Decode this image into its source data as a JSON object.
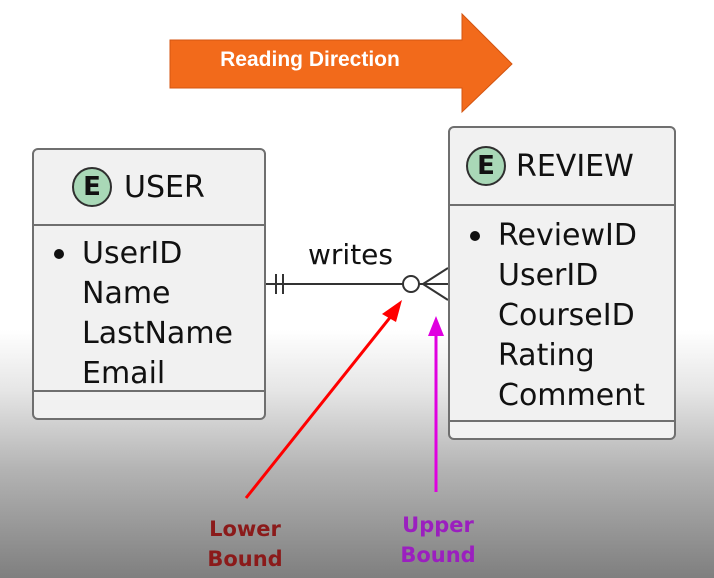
{
  "banner": {
    "label": "Reading Direction",
    "fill": "#f26a1b"
  },
  "entities": {
    "user": {
      "title": "USER",
      "badge": "E",
      "attributes": [
        {
          "name": "UserID",
          "key": true
        },
        {
          "name": "Name",
          "key": false
        },
        {
          "name": "LastName",
          "key": false
        },
        {
          "name": "Email",
          "key": false
        }
      ]
    },
    "review": {
      "title": "REVIEW",
      "badge": "E",
      "attributes": [
        {
          "name": "ReviewID",
          "key": true
        },
        {
          "name": "UserID",
          "key": false
        },
        {
          "name": "CourseID",
          "key": false
        },
        {
          "name": "Rating",
          "key": false
        },
        {
          "name": "Comment",
          "key": false
        }
      ]
    }
  },
  "relationship": {
    "label": "writes",
    "from": "user",
    "to": "review",
    "from_cardinality": "exactly-one",
    "to_cardinality": "zero-or-many"
  },
  "annotations": {
    "lower": {
      "line1": "Lower",
      "line2": "Bound",
      "color": "#8b1a1a",
      "arrow_color": "#ff0000"
    },
    "upper": {
      "line1": "Upper",
      "line2": "Bound",
      "color": "#9b1fbf",
      "arrow_color": "#e000e0"
    }
  }
}
